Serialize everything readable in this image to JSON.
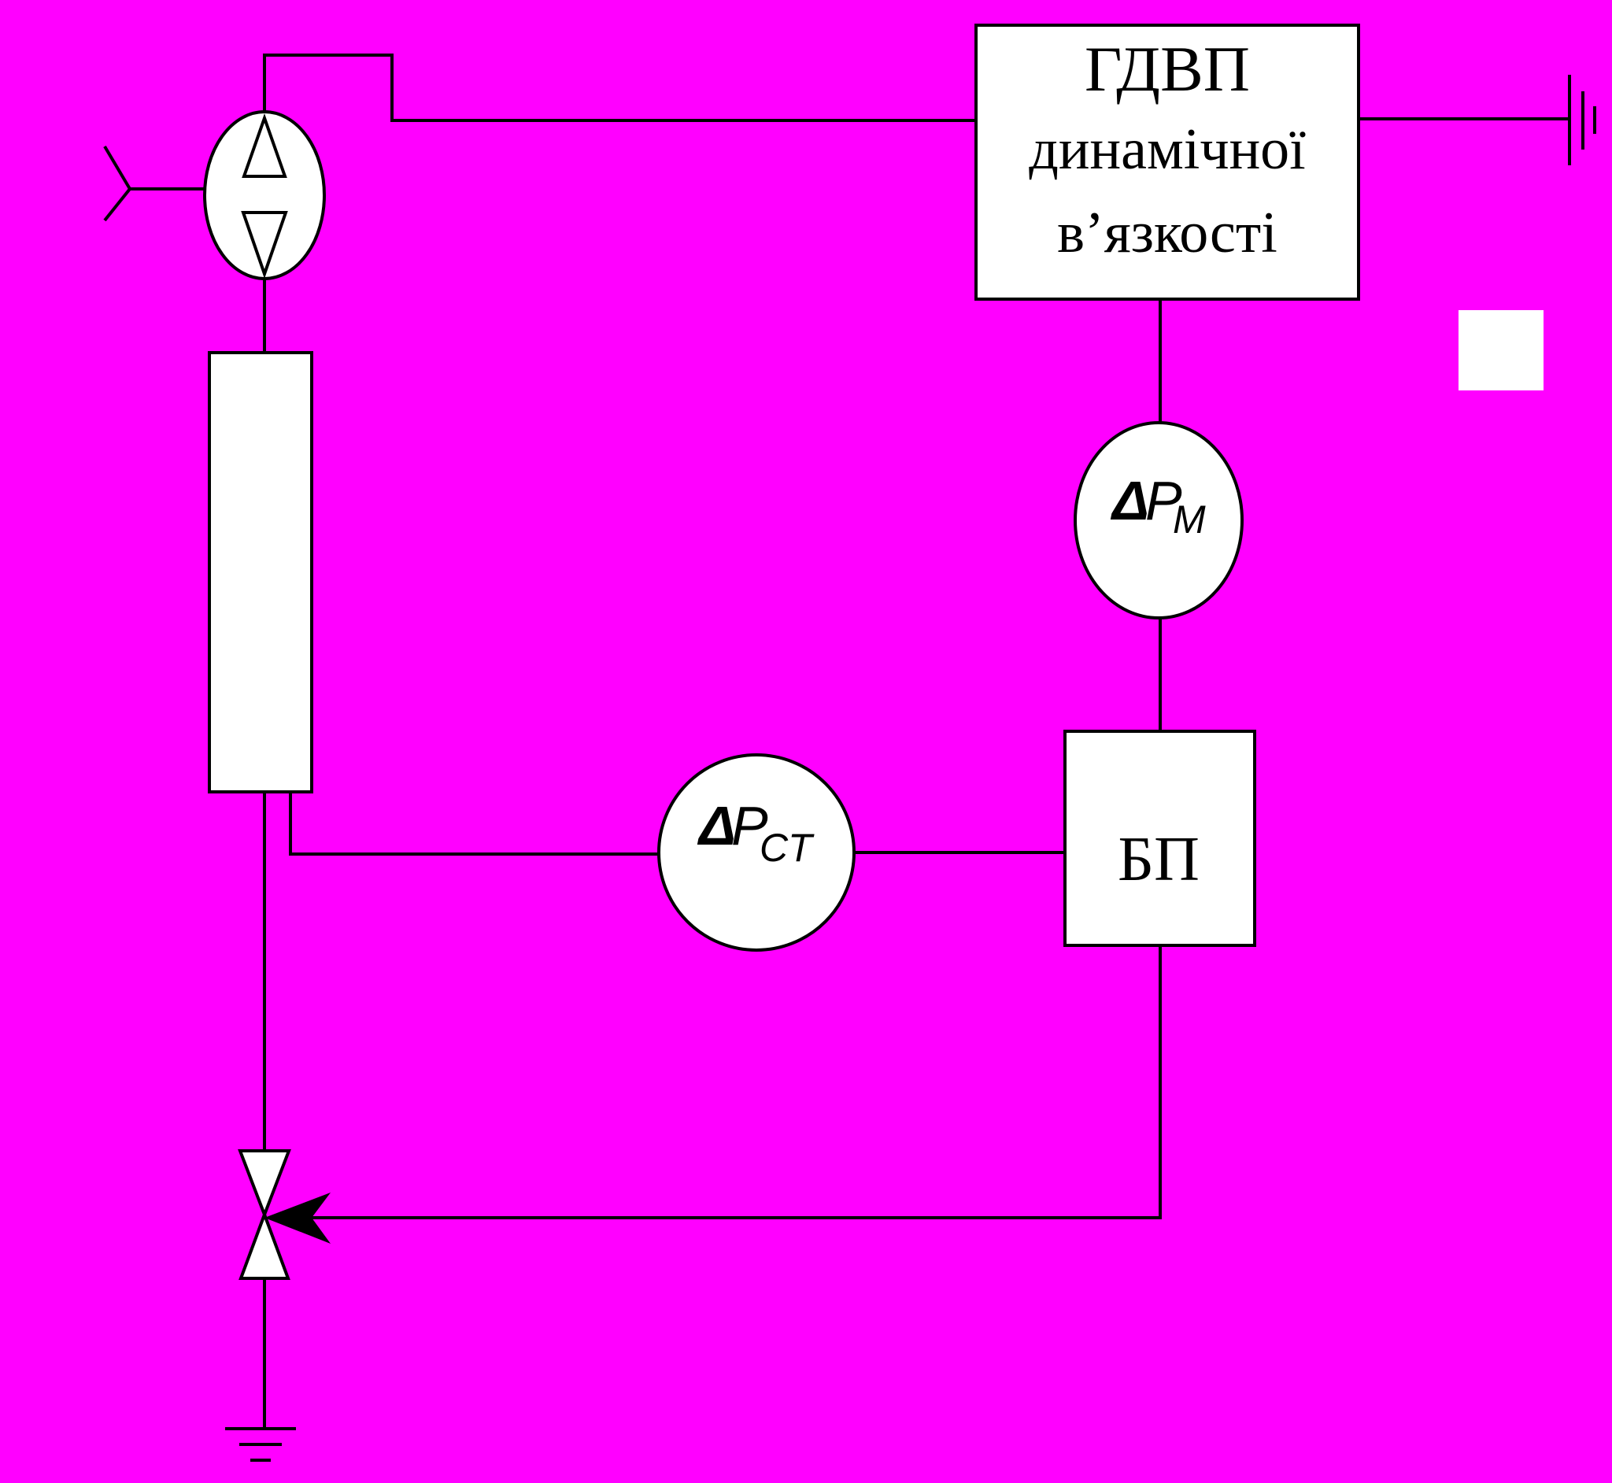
{
  "colors": {
    "background": "#ff00ff",
    "line": "#000000",
    "fill": "#ffffff"
  },
  "gdvp_block": {
    "line1": "ГДВП",
    "line2": "динамічної",
    "line3": "в’язкості"
  },
  "bp_block": {
    "label": "БП"
  },
  "dp_m_sensor": {
    "symbol": "Δ",
    "main": "P",
    "subscript": "M"
  },
  "dp_ct_sensor": {
    "symbol": "Δ",
    "main": "P",
    "subscript": "CT"
  },
  "icons": [
    "antenna-icon",
    "bidirectional-pump-icon",
    "vertical-column-icon",
    "control-valve-icon",
    "ground-icon",
    "earth-plates-icon"
  ]
}
